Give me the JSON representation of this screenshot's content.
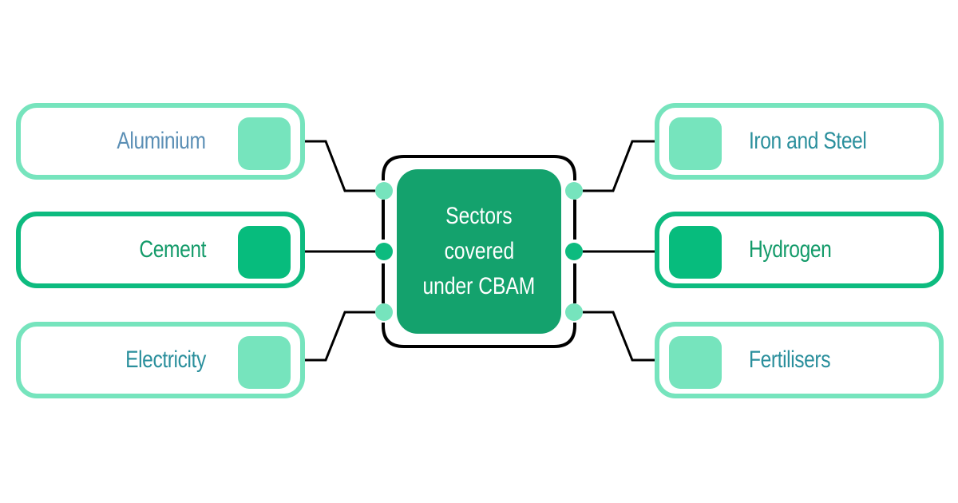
{
  "diagram": {
    "center": {
      "lines": [
        "Sectors",
        "covered",
        "under CBAM"
      ],
      "color": "#14a26d"
    },
    "sectors_left": [
      {
        "label": "Aluminium",
        "text_color": "#5b8fb5",
        "style": "light"
      },
      {
        "label": "Cement",
        "text_color": "#149b6a",
        "style": "strong"
      },
      {
        "label": "Electricity",
        "text_color": "#2a8f9c",
        "style": "light"
      }
    ],
    "sectors_right": [
      {
        "label": "Iron and Steel",
        "text_color": "#2a8f9c",
        "style": "light"
      },
      {
        "label": "Hydrogen",
        "text_color": "#149b6a",
        "style": "strong"
      },
      {
        "label": "Fertilisers",
        "text_color": "#2a8f9c",
        "style": "light"
      }
    ],
    "colors": {
      "light_accent": "#76e4bd",
      "strong_accent": "#0dbb7f",
      "connector": "#000000"
    }
  }
}
